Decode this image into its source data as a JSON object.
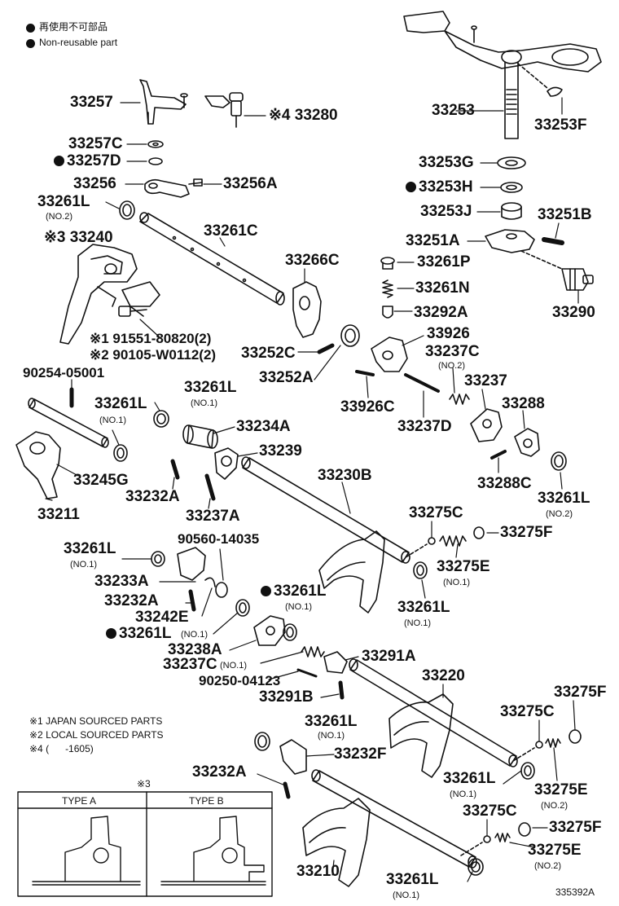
{
  "legend": {
    "line_jp": "再使用不可部品",
    "line_en": "Non-reusable part"
  },
  "notes": {
    "n1": "※1 JAPAN SOURCED PARTS",
    "n2": "※2 LOCAL SOURCED PARTS",
    "n4": "※4 (      -1605)"
  },
  "type_box": {
    "marker": "※3",
    "type_a": "TYPE A",
    "type_b": "TYPE B"
  },
  "figure_id": "335392A",
  "parts": {
    "p33257": "33257",
    "p33280": "※4 33280",
    "p33257C": "33257C",
    "p33257D": "33257D",
    "p33256": "33256",
    "p33256A": "33256A",
    "p33261L_a": "33261L",
    "p33261L_a_sub": "(NO.2)",
    "p33240": "※3 33240",
    "p33261C": "33261C",
    "p33266C": "33266C",
    "p91551": "※1 91551-80820(2)",
    "p90105": "※2 90105-W0112(2)",
    "p33252C": "33252C",
    "p33252A": "33252A",
    "p90254": "90254-05001",
    "p33261L_b": "33261L",
    "p33261L_b_sub": "(NO.1)",
    "p33261L_c": "33261L",
    "p33261L_c_sub": "(NO.1)",
    "p33234A": "33234A",
    "p33239": "33239",
    "p33245G": "33245G",
    "p33232A_a": "33232A",
    "p33237A": "33237A",
    "p33211": "33211",
    "p33230B": "33230B",
    "p90560": "90560-14035",
    "p33261L_d": "33261L",
    "p33261L_d_sub": "(NO.1)",
    "p33233A": "33233A",
    "p33232A_b": "33232A",
    "p33242E": "33242E",
    "p33261L_e": "33261L",
    "p33261L_e_sub": "(NO.1)",
    "p33261L_f": "33261L",
    "p33261L_f_sub": "(NO.1)",
    "p33238A": "33238A",
    "p33237C_a": "33237C",
    "p33237C_a_sub": "(NO.1)",
    "p90250": "90250-04123",
    "p33291A": "33291A",
    "p33291B": "33291B",
    "p33220": "33220",
    "p33261L_g": "33261L",
    "p33261L_g_sub": "(NO.1)",
    "p33232F": "33232F",
    "p33232A_c": "33232A",
    "p33210": "33210",
    "p33261L_h": "33261L",
    "p33261L_h_sub": "(NO.1)",
    "p33253": "33253",
    "p33253F": "33253F",
    "p33253G": "33253G",
    "p33253H": "33253H",
    "p33253J": "33253J",
    "p33251B": "33251B",
    "p33251A": "33251A",
    "p33261P": "33261P",
    "p33261N": "33261N",
    "p33292A": "33292A",
    "p33290": "33290",
    "p33926": "33926",
    "p33237C_b": "33237C",
    "p33237C_b_sub": "(NO.2)",
    "p33926C": "33926C",
    "p33237": "33237",
    "p33237D": "33237D",
    "p33288": "33288",
    "p33288C": "33288C",
    "p33261L_i": "33261L",
    "p33261L_i_sub": "(NO.2)",
    "p33275C_a": "33275C",
    "p33275F_a": "33275F",
    "p33275E_a": "33275E",
    "p33275E_a_sub": "(NO.1)",
    "p33261L_j": "33261L",
    "p33261L_j_sub": "(NO.1)",
    "p33275F_b": "33275F",
    "p33275C_b": "33275C",
    "p33261L_k": "33261L",
    "p33261L_k_sub": "(NO.1)",
    "p33275E_b": "33275E",
    "p33275E_b_sub": "(NO.2)",
    "p33275C_c": "33275C",
    "p33275F_c": "33275F",
    "p33275E_c": "33275E",
    "p33275E_c_sub": "(NO.2)"
  }
}
